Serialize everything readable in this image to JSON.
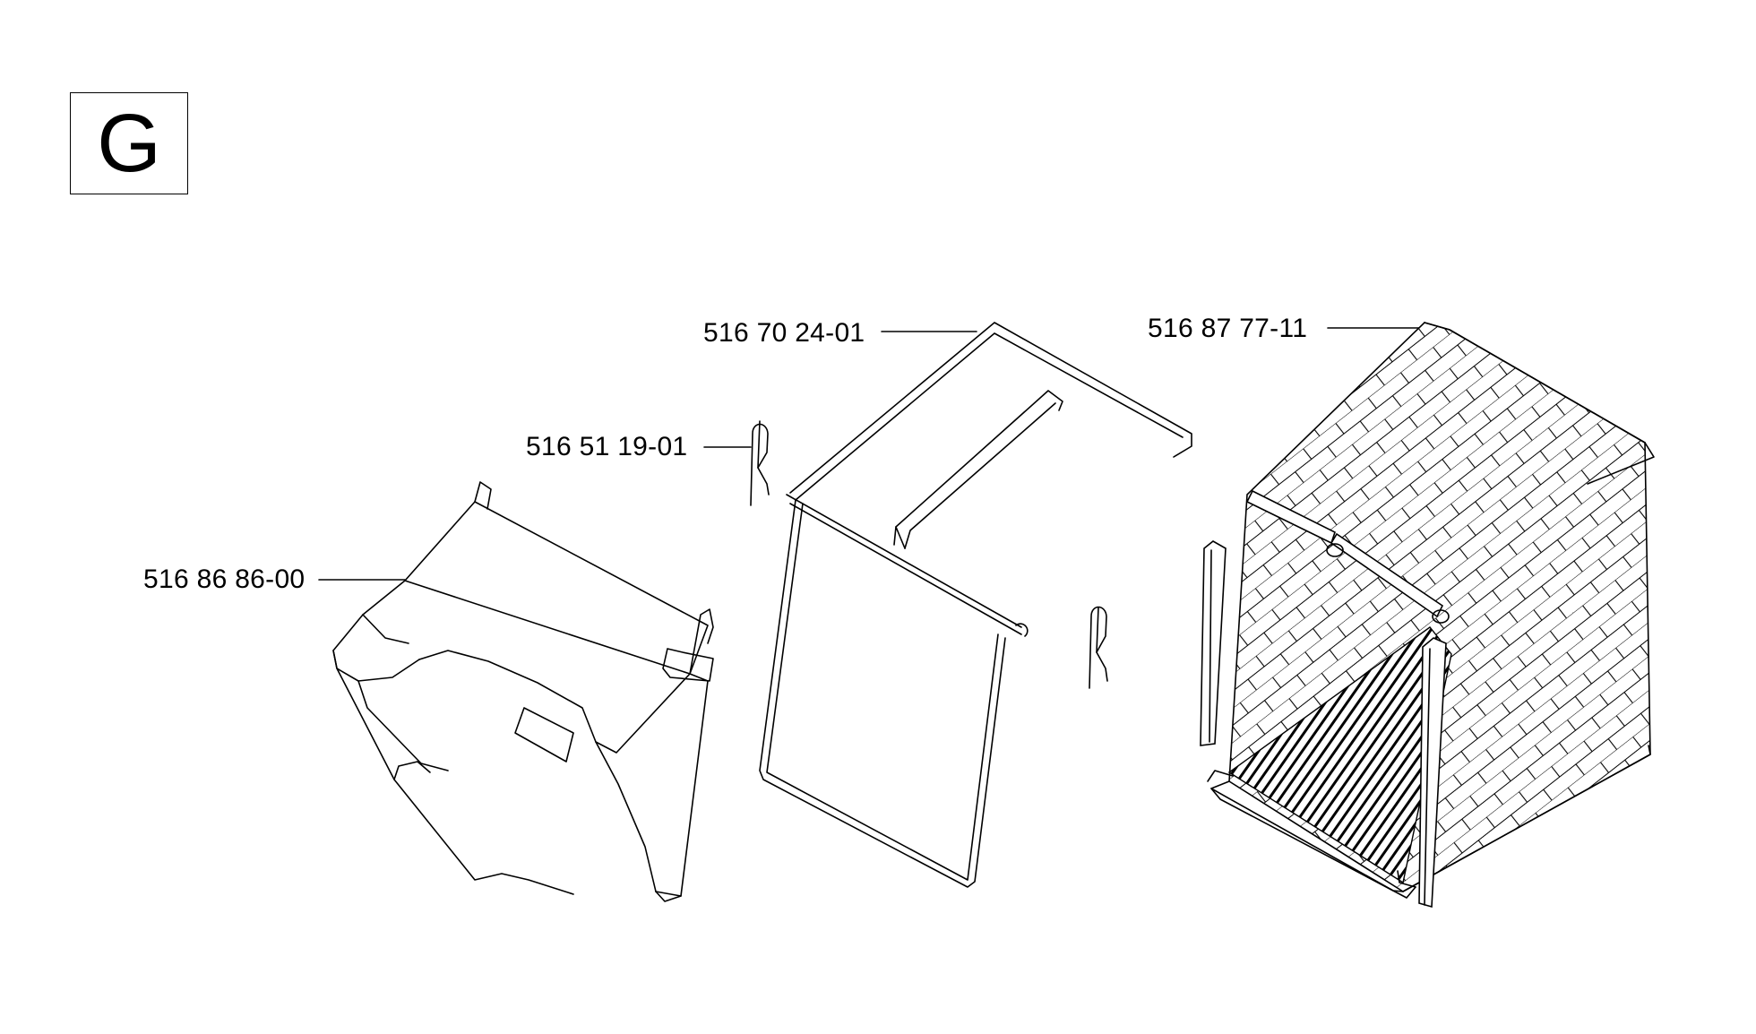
{
  "section": {
    "letter": "G"
  },
  "parts": [
    {
      "id": "chute",
      "number": "516 86 86-00"
    },
    {
      "id": "clip",
      "number": "516 51 19-01"
    },
    {
      "id": "frame",
      "number": "516 70 24-01"
    },
    {
      "id": "bag",
      "number": "516 87 77-11"
    }
  ]
}
